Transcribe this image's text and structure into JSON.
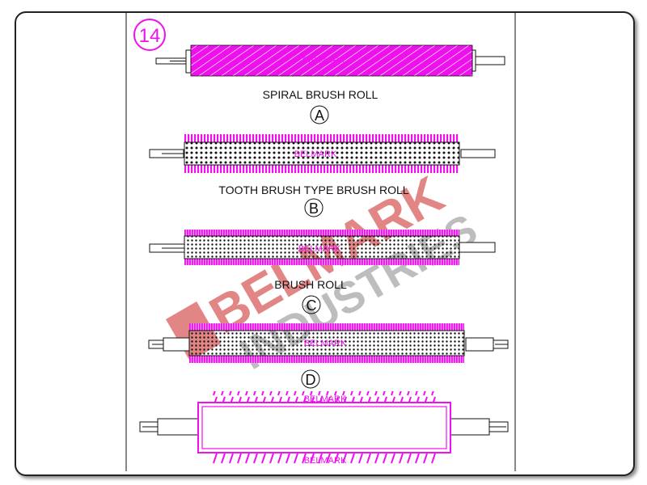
{
  "figure_number": "14",
  "rolls": [
    {
      "letter": "A",
      "caption": "SPIRAL BRUSH ROLL",
      "brand": "BELMARK"
    },
    {
      "letter": "B",
      "caption": "TOOTH BRUSH TYPE BRUSH ROLL",
      "brand": "BELMARK"
    },
    {
      "letter": "C",
      "caption": "BRUSH ROLL",
      "brand": "BELMARK"
    },
    {
      "letter": "D",
      "caption": "",
      "brand": "BELMARK"
    },
    {
      "letter": "",
      "caption": "",
      "brand_top": "BELMARK",
      "brand_bottom": "BELMARK"
    }
  ],
  "watermark": {
    "line1": "BELMARK",
    "line2": "INDUSTRIES",
    "color": "#cc2222"
  },
  "colors": {
    "bristle": "#ee11ee",
    "line": "#111111"
  }
}
